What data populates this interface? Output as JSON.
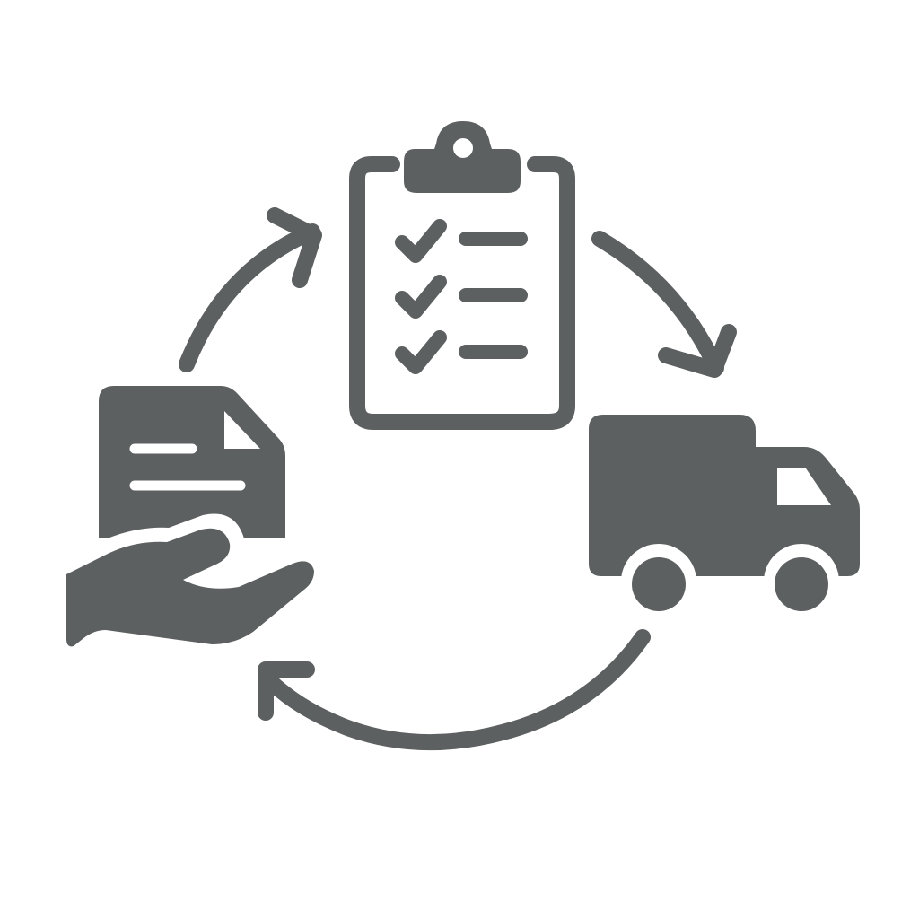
{
  "colors": {
    "icon": "#5c6060",
    "background": "#ffffff"
  },
  "diagram": {
    "type": "cycle",
    "nodes": [
      {
        "id": "order",
        "icon": "clipboard-checklist-icon"
      },
      {
        "id": "delivery",
        "icon": "delivery-truck-icon"
      },
      {
        "id": "receipt",
        "icon": "hand-holding-document-icon"
      }
    ],
    "edges": [
      {
        "from": "order",
        "to": "delivery",
        "icon": "curved-arrow-icon"
      },
      {
        "from": "delivery",
        "to": "receipt",
        "icon": "curved-arrow-icon"
      },
      {
        "from": "receipt",
        "to": "order",
        "icon": "curved-arrow-icon"
      }
    ]
  }
}
